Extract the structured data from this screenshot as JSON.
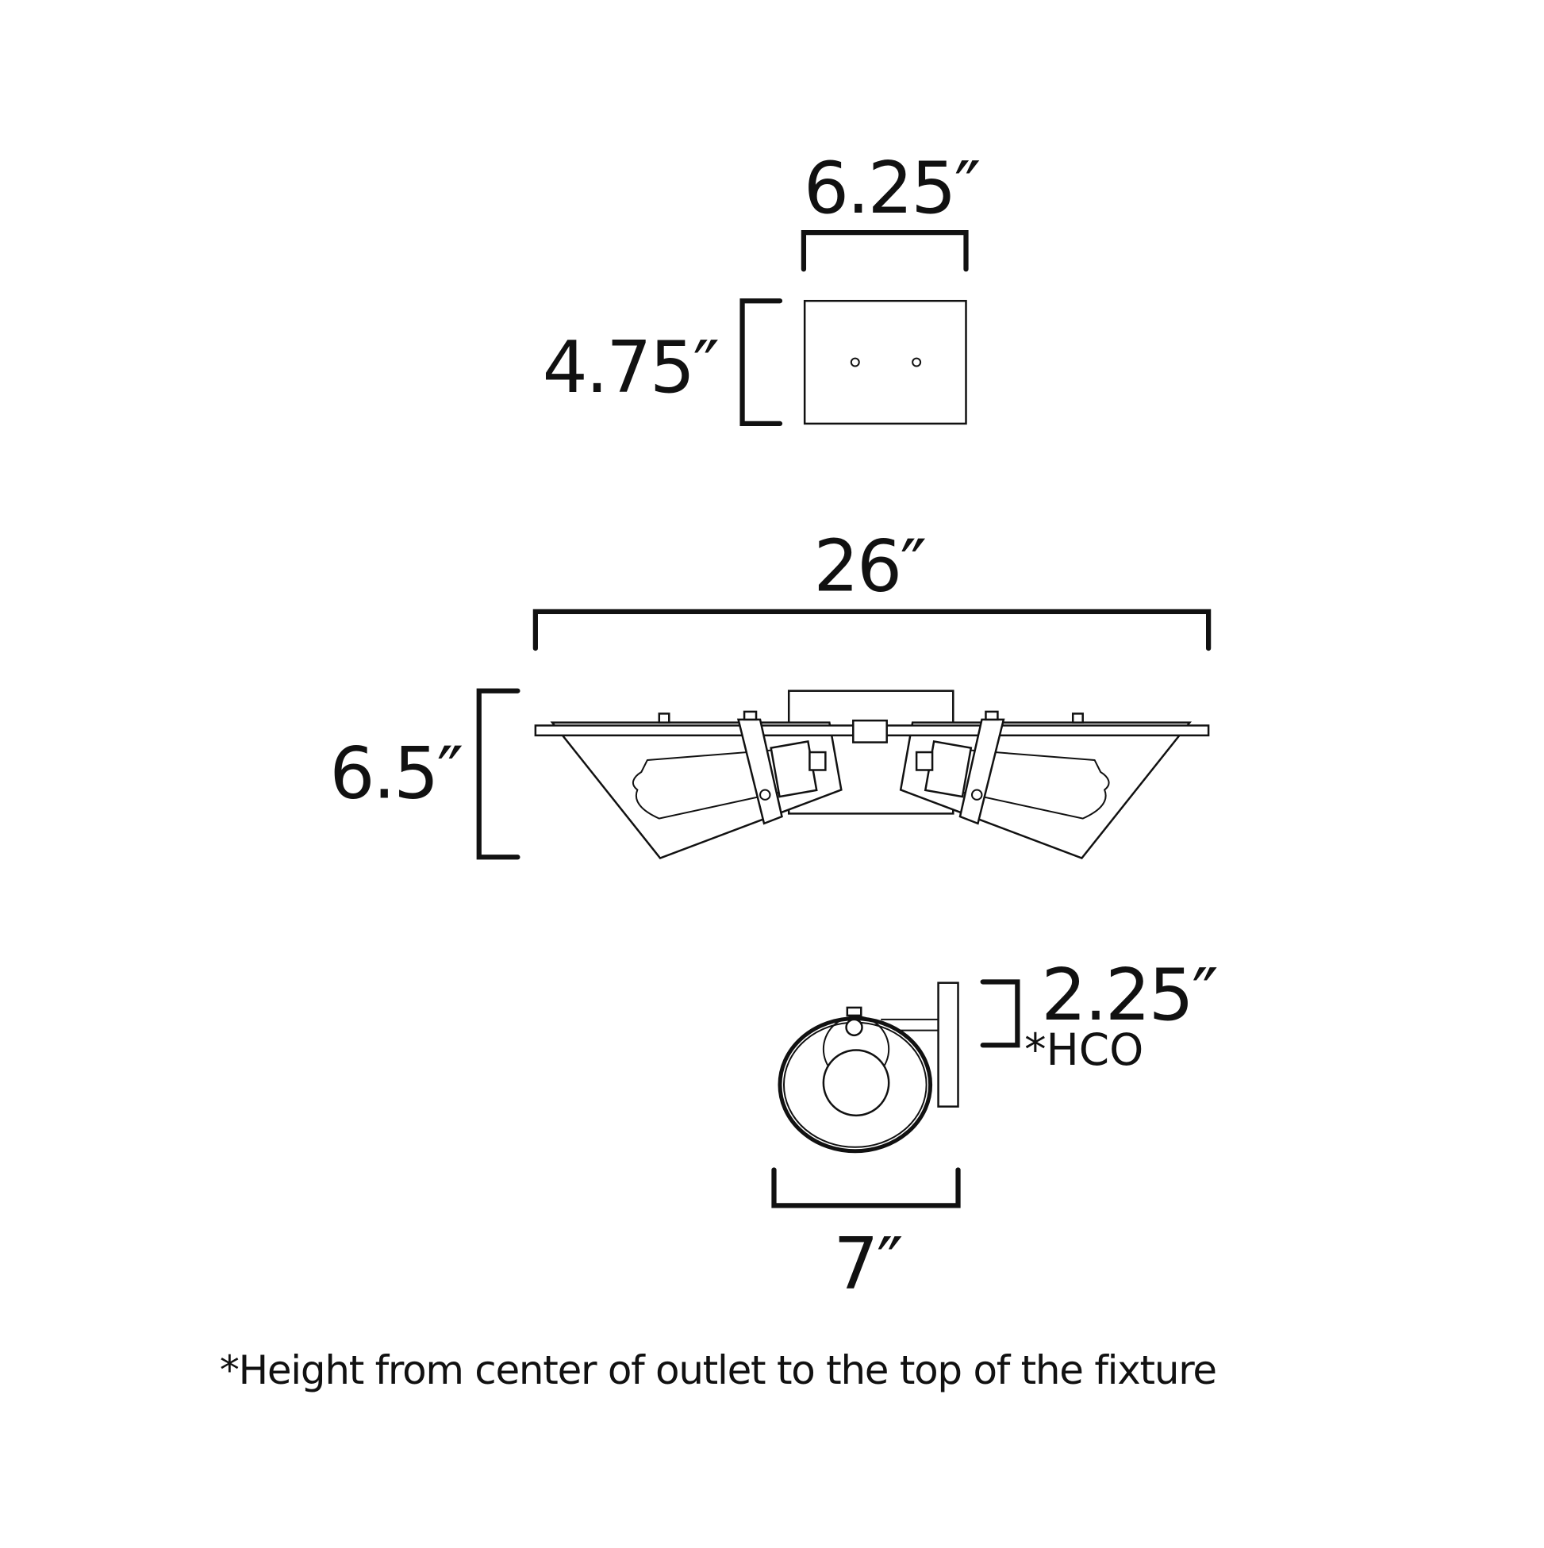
{
  "title": "Fixture dimension diagram",
  "colors": {
    "line": "#111111",
    "background": "#ffffff"
  },
  "canopy_view": {
    "width_label": "6.25″",
    "height_label": "4.75″"
  },
  "front_view": {
    "width_label": "26″",
    "height_label": "6.5″"
  },
  "side_view": {
    "hco_value_label": "2.25″",
    "hco_label": "*HCO",
    "depth_label": "7″"
  },
  "footnote": "*Height from center of outlet to the top of the fixture"
}
